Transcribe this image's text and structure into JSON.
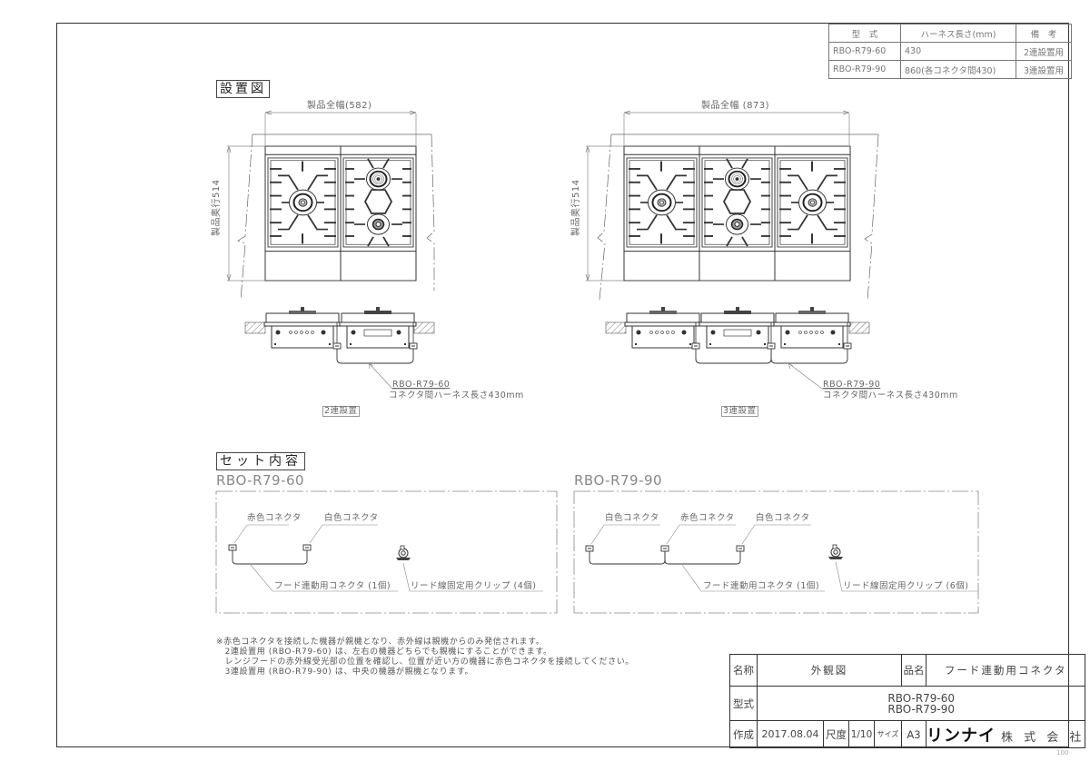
{
  "spec_table": {
    "headers": [
      "型　式",
      "ハーネス長さ(mm)",
      "備　考"
    ],
    "rows": [
      {
        "model": "RBO-R79-60",
        "length": "430",
        "note": "2連設置用"
      },
      {
        "model": "RBO-R79-90",
        "length": "860(各コネクタ間430)",
        "note": "3連設置用"
      }
    ]
  },
  "installation": {
    "section_title": "設置図",
    "two_unit": {
      "width_label": "製品全幅(582)",
      "depth_label": "製品奥行514",
      "leader_model": "RBO-R79-60",
      "leader_desc": "コネクタ間ハーネス長さ430mm",
      "caption": "2連設置"
    },
    "three_unit": {
      "width_label": "製品全幅 (873)",
      "depth_label": "製品奥行514",
      "leader_model": "RBO-R79-90",
      "leader_desc": "コネクタ間ハーネス長さ430mm",
      "caption": "3連設置"
    }
  },
  "set_contents": {
    "section_title": "セット内容",
    "kit60": {
      "model": "RBO-R79-60",
      "connector_left": "赤色コネクタ",
      "connector_right": "白色コネクタ",
      "harness": "フード連動用コネクタ (1個)",
      "clip": "リード線固定用クリップ (4個)"
    },
    "kit90": {
      "model": "RBO-R79-90",
      "connector_left": "白色コネクタ",
      "connector_center": "赤色コネクタ",
      "connector_right": "白色コネクタ",
      "harness": "フード連動用コネクタ (1個)",
      "clip": "リード線固定用クリップ (6個)"
    }
  },
  "notes": [
    "※赤色コネクタを接続した機器が親機となり、赤外線は親機からのみ発信されます。",
    "　2連設置用 (RBO-R79-60) は、左右の機器どちらでも親機にすることができます。",
    "　レンジフードの赤外線受光部の位置を確認し、位置が近い方の機器に赤色コネクタを接続してください。",
    "　3連設置用 (RBO-R79-90) は、中央の機器が親機となります。"
  ],
  "title_block": {
    "name_label": "名称",
    "name_value": "外観図",
    "product_label": "品名",
    "product_value": "フード連動用コネクタ",
    "model_label": "型式",
    "model_values": [
      "RBO-R79-60",
      "RBO-R79-90"
    ],
    "created_label": "作成",
    "created_date": "2017.08.04",
    "scale_label": "尺度",
    "scale_value": "1/10",
    "size_label": "サイズ",
    "size_value": "A3",
    "company_logo": "リンナイ",
    "company_suffix": "株 式 会 社"
  },
  "page_code": "100"
}
